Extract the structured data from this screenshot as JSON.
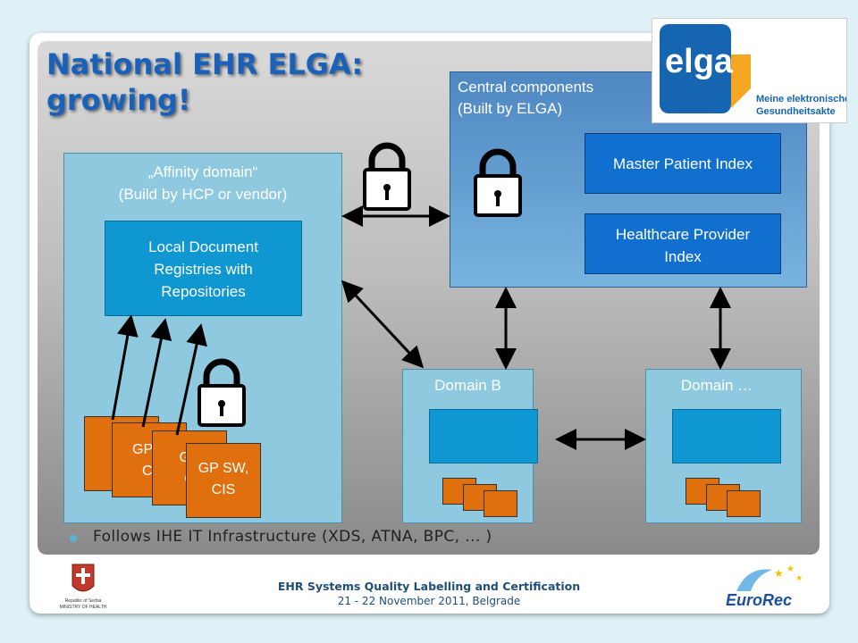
{
  "slide": {
    "title_line1": "National EHR ELGA:",
    "title_line2": "growing!"
  },
  "affinity_domain": {
    "label_line1": "„Affinity domain“",
    "label_line2": "(Build by HCP or vendor)",
    "local_doc_line1": "Local Document",
    "local_doc_line2": "Registries with",
    "local_doc_line3": "Repositories",
    "gp_items": [
      {
        "line1": "GP",
        "line2": "C"
      },
      {
        "line1": "GP S",
        "line2": "CI"
      },
      {
        "line1": "GP",
        "line2": "C"
      },
      {
        "line1": "GP SW,",
        "line2": "CIS"
      }
    ]
  },
  "central": {
    "label_line1": "Central components",
    "label_line2": "(Built by ELGA)",
    "mpi_label": "Master Patient Index",
    "hpi_line1": "Healthcare Provider",
    "hpi_line2": "Index"
  },
  "domains": {
    "domain_b_label": "Domain B",
    "domain_x_label": "Domain …"
  },
  "bullet": "Follows IHE IT Infrastructure (XDS, ATNA, BPC, ... )",
  "footer": {
    "title": "EHR Systems Quality Labelling and Certification",
    "date": "21 - 22 November 2011, Belgrade"
  },
  "logos": {
    "elga_word": "elga",
    "elga_tagline_line1": "Meine elektronische",
    "elga_tagline_line2": "Gesundheitsakte",
    "serbia_line1": "Republic of Serbia",
    "serbia_line2": "MINISTRY OF HEALTH",
    "eurorec_word": "EuroRec"
  },
  "colors": {
    "title": "#1a62b9",
    "box_light": "#8fc9e0",
    "box_blue": "#0f97d2",
    "box_dark_blue": "#1170cf",
    "gp_orange": "#e06f0e",
    "elga_blue": "#1565b0",
    "elga_orange": "#f5a623"
  },
  "icons": [
    "lock-icon",
    "double-arrow-icon",
    "arrow-icon",
    "bullet-dot-icon",
    "elga-logo",
    "serbia-coat-of-arms-logo",
    "eurorec-logo"
  ]
}
